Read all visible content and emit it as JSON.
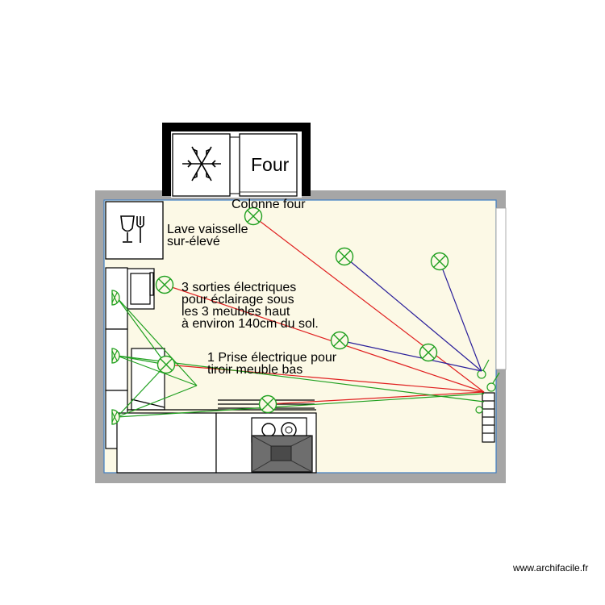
{
  "labels": {
    "four": "Four",
    "colonne_four": "Colonne four",
    "lave_vaisselle": "Lave vaisselle\nsur-élevé",
    "sorties": "3 sorties électriques\npour éclairage sous\nles 3 meubles haut\nà environ 140cm du sol.",
    "prise": "1 Prise électrique pour\ntiroir meuble bas"
  },
  "watermark": "www.archifacile.fr",
  "colors": {
    "wall": "#a6a6a6",
    "floor": "#fcf9e6",
    "wall_line": "#3f7fc4",
    "wire_red": "#e02020",
    "wire_blue": "#2a1f9a",
    "wire_green": "#20a020",
    "fixture": "#20a020",
    "oven_niche": "#000000"
  },
  "icons": {
    "freezer": "snowflake-icon",
    "dishwasher": "wine-glass-fork-icon",
    "lamp": "light-point-icon",
    "wall_lamp": "wall-light-icon",
    "switch": "switch-icon",
    "panel": "electrical-panel-icon"
  }
}
